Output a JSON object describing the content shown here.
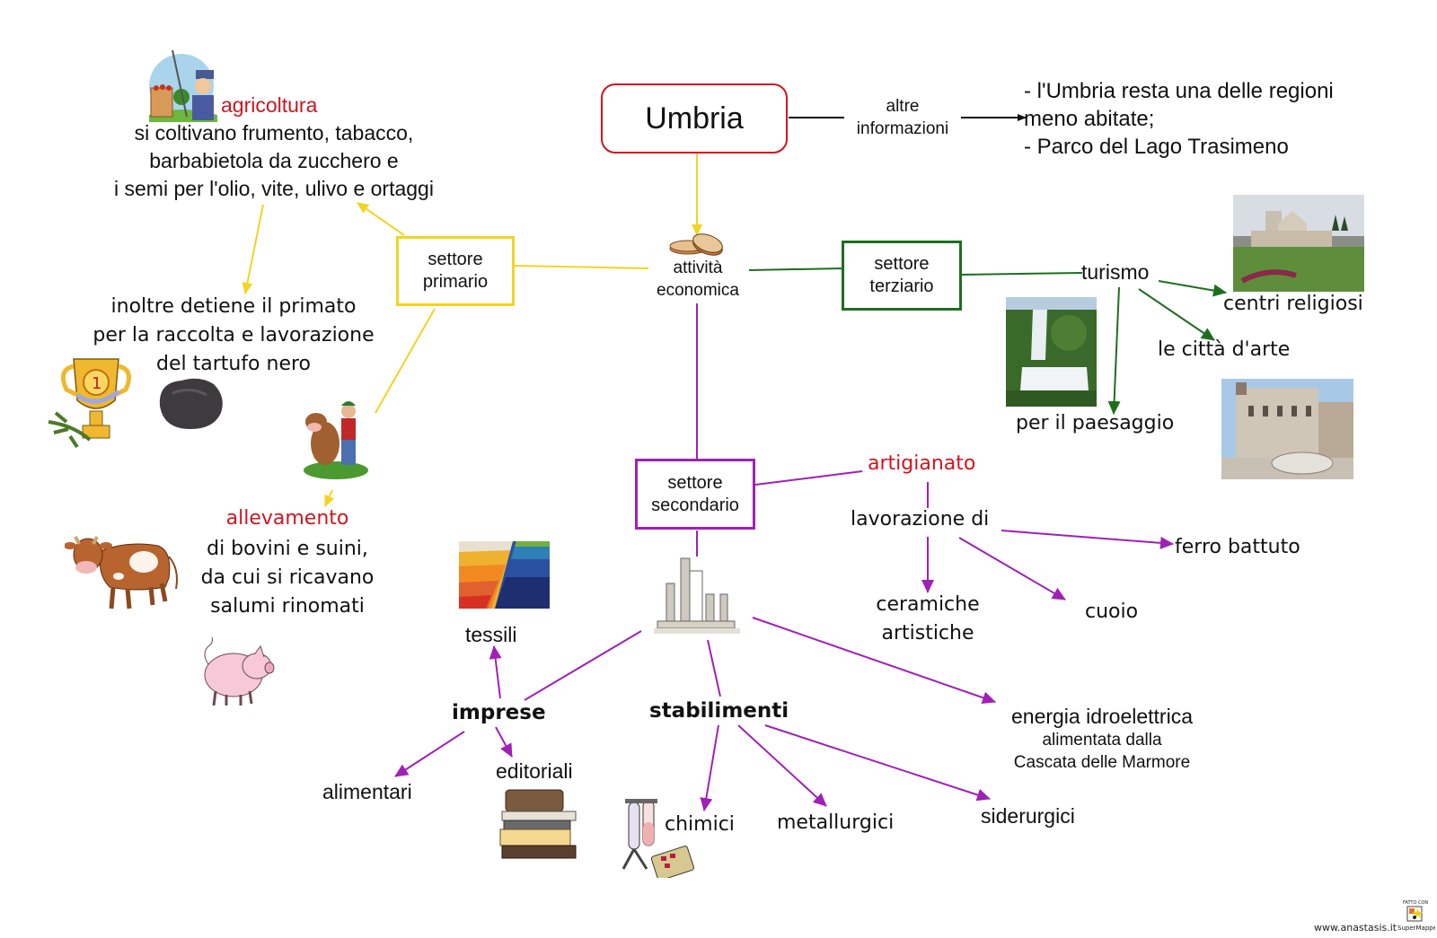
{
  "colors": {
    "root_border": "#d2141e",
    "primary": "#f2d422",
    "secondary": "#a020b8",
    "tertiary": "#1e6e1e",
    "info": "#111111",
    "heading_red": "#d2141e"
  },
  "root": {
    "label": "Umbria"
  },
  "info": {
    "link_label": [
      "altre",
      "informazioni"
    ],
    "lines": [
      "- l'Umbria resta una delle regioni",
      "meno abitate;",
      "-  Parco del Lago Trasimeno"
    ]
  },
  "center": {
    "label": [
      "attività",
      "economica"
    ],
    "icon": "coins-icon"
  },
  "primary": {
    "label": [
      "settore",
      "primario"
    ],
    "agricoltura": {
      "title": "agricoltura",
      "lines": [
        "si coltivano frumento, tabacco,",
        "barbabietola da zucchero e",
        "i semi per l'olio, vite, ulivo e ortaggi"
      ],
      "icon": "farmer-icon"
    },
    "tartufo": {
      "lines": [
        "inoltre  detiene  il  primato",
        "per  la  raccolta  e  lavorazione",
        "del  tartufo  nero"
      ],
      "icons": [
        "trophy-icon",
        "truffle-icon"
      ]
    },
    "allevamento": {
      "title": "allevamento",
      "lines": [
        "di  bovini  e  suini,",
        "da  cui  si  ricavano",
        "salumi  rinomati"
      ],
      "icons": [
        "farmer-cow-icon",
        "cow-icon",
        "pig-icon"
      ]
    }
  },
  "tertiary": {
    "label": [
      "settore",
      "terziario"
    ],
    "turismo": "turismo",
    "children": [
      "centri   religiosi",
      "le  città  d'arte",
      "per  il  paesaggio"
    ],
    "images": [
      "basilica-photo",
      "waterfall-photo",
      "palazzo-photo"
    ]
  },
  "secondary": {
    "label": [
      "settore",
      "secondario"
    ],
    "artigianato": {
      "title": "artigianato",
      "lavorazione": "lavorazione  di",
      "children": [
        "ferro  battuto",
        "ceramiche",
        "artistiche",
        "cuoio"
      ]
    },
    "factory_icon": "factory-icon",
    "imprese": {
      "title": "imprese",
      "children": [
        "tessili",
        "alimentari",
        "editoriali"
      ],
      "icons": [
        "fabric-icon",
        "books-icon"
      ]
    },
    "stabilimenti": {
      "title": "stabilimenti",
      "children": [
        "chimici",
        "metallurgici",
        "siderurgici"
      ],
      "icons": [
        "test-tubes-icon"
      ]
    },
    "energia": {
      "title": "energia  idroelettrica",
      "lines": [
        "alimentata dalla",
        "Cascata delle Marmore"
      ]
    }
  },
  "footer": {
    "website": "www.anastasis.it",
    "badge": [
      "FATTO CON",
      "SuperMappe"
    ]
  }
}
